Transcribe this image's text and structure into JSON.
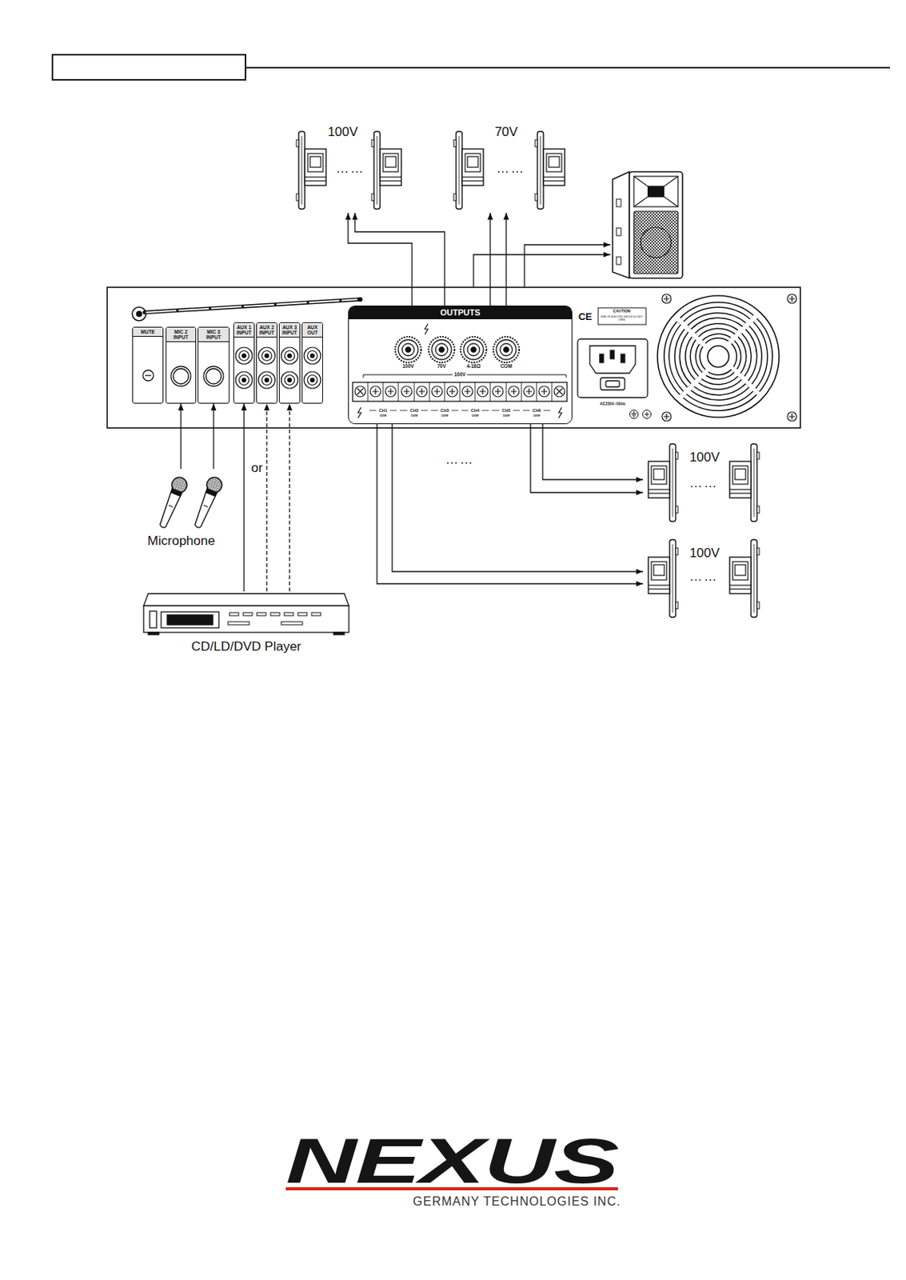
{
  "diagram": {
    "nodes": [
      {
        "text": [
          "100V"
        ]
      },
      {
        "text": [
          "70V"
        ]
      },
      {
        "text": [
          "MUTE"
        ]
      },
      {
        "text": [
          "MIC 2 INPUT"
        ]
      },
      {
        "text": [
          "MIC 3 INPUT"
        ]
      },
      {
        "text": [
          "AUX 1 INPUT"
        ]
      },
      {
        "text": [
          "AUX 2 INPUT"
        ]
      },
      {
        "text": [
          "AUX 3 INPUT"
        ]
      },
      {
        "text": [
          "AUX OUT"
        ]
      },
      {
        "text": [
          "OUTPUTS"
        ]
      },
      {
        "text": [
          "100V"
        ]
      },
      {
        "text": [
          "100V"
        ]
      },
      {
        "text": [
          "Microphone"
        ]
      },
      {
        "text": [
          "CD/LD/DVD Player"
        ]
      }
    ],
    "edges": [
      {
        "from": 9,
        "to": 0,
        "arrow": "to"
      },
      {
        "from": 9,
        "to": 0,
        "arrow": "to"
      },
      {
        "from": 9,
        "to": 1,
        "arrow": "to"
      },
      {
        "from": 9,
        "to": 1,
        "arrow": "to"
      },
      {
        "from": 9,
        "to": 10,
        "arrow": "to"
      },
      {
        "from": 9,
        "to": 10,
        "arrow": "to"
      },
      {
        "from": 9,
        "to": 11,
        "arrow": "to"
      },
      {
        "from": 9,
        "to": 11,
        "arrow": "to"
      },
      {
        "from": 12,
        "to": 3,
        "arrow": "to"
      },
      {
        "from": 12,
        "to": 4,
        "arrow": "to"
      },
      {
        "from": 13,
        "to": 5,
        "arrow": "to"
      },
      {
        "from": 13,
        "to": 6,
        "arrow": "to"
      },
      {
        "from": 13,
        "to": 7,
        "arrow": "to"
      }
    ],
    "labels": [
      "CE",
      "CAUTION",
      "RISK OF ELECTRIC SHOCK DO NOT OPEN",
      "100V",
      "70V",
      "4-16Ω",
      "COM",
      "100V",
      "CH1",
      "120W",
      "CH2",
      "120W",
      "CH3",
      "120W",
      "CH4",
      "120W",
      "CH5",
      "120W",
      "CH6",
      "120W",
      "AC230V~50Hz",
      "or",
      "……",
      "……",
      "……",
      "……",
      "……",
      "NEXUS",
      "GERMANY TECHNOLOGIES INC."
    ]
  }
}
